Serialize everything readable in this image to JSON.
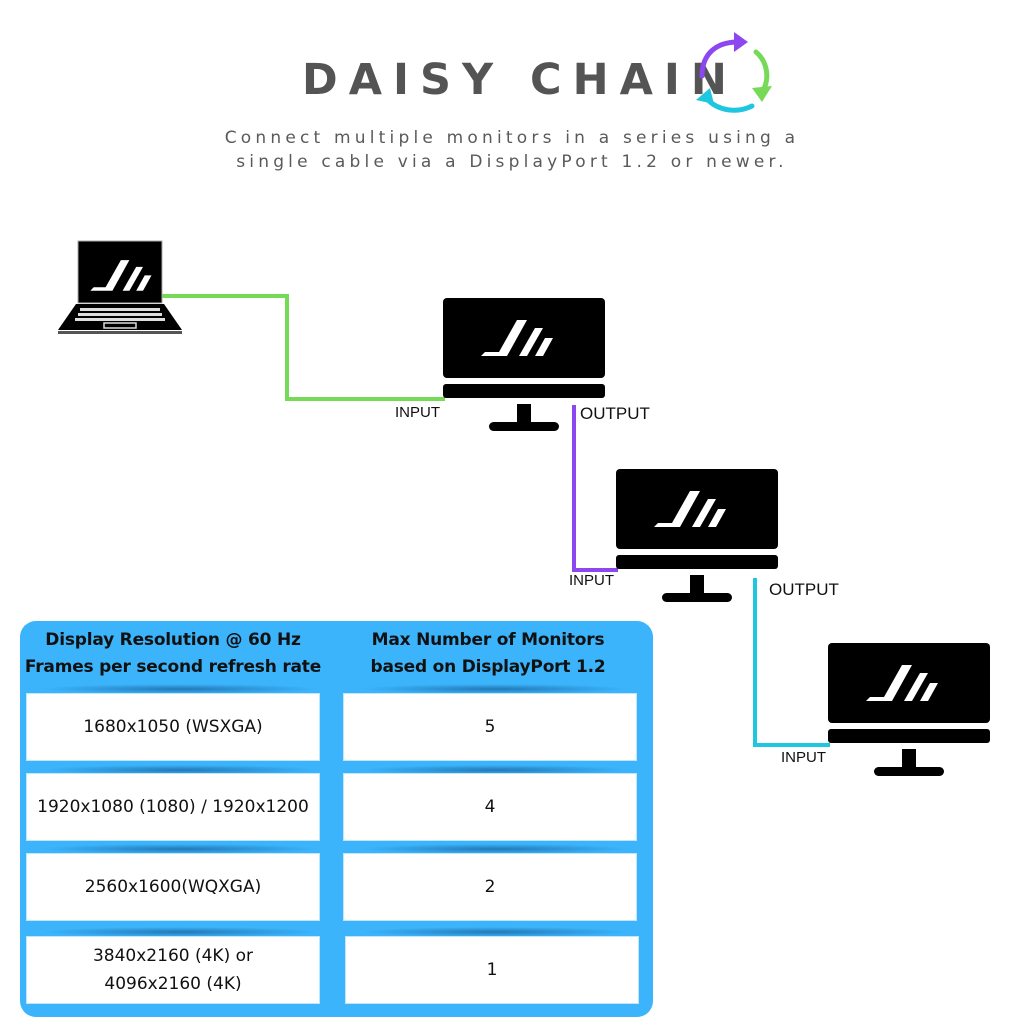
{
  "header": {
    "title": "DAISY CHAIN",
    "title_icon": "cycle-arrows-icon",
    "subtitle_line1": "Connect multiple monitors in a series using a",
    "subtitle_line2": "single cable via a DisplayPort 1.2 or newer."
  },
  "colors": {
    "title_text": "#545454",
    "cable_1": "#76d957",
    "cable_2": "#8c47f0",
    "cable_3": "#1ec6e0",
    "table_background": "#3bb4fc",
    "cycle_purple": "#8c47f0",
    "cycle_green": "#76d957",
    "cycle_cyan": "#1ec6e0"
  },
  "diagram": {
    "source_device": "laptop-icon",
    "monitors": [
      {
        "name": "monitor-1",
        "input_label": "INPUT",
        "output_label": "OUTPUT"
      },
      {
        "name": "monitor-2",
        "input_label": "INPUT",
        "output_label": "OUTPUT"
      },
      {
        "name": "monitor-3",
        "input_label": "INPUT"
      }
    ]
  },
  "table": {
    "headers": [
      {
        "line1": "Display Resolution @ 60 Hz",
        "line2": "Frames per second refresh rate"
      },
      {
        "line1": "Max Number of Monitors",
        "line2": "based on DisplayPort 1.2"
      }
    ],
    "rows": [
      {
        "resolution_line1": "1680x1050 (WSXGA)",
        "resolution_line2": "",
        "max_monitors": "5"
      },
      {
        "resolution_line1": "1920x1080 (1080) / 1920x1200",
        "resolution_line2": "",
        "max_monitors": "4"
      },
      {
        "resolution_line1": "2560x1600(WQXGA)",
        "resolution_line2": "",
        "max_monitors": "2"
      },
      {
        "resolution_line1": "3840x2160 (4K) or",
        "resolution_line2": "4096x2160 (4K)",
        "max_monitors": "1"
      }
    ]
  }
}
